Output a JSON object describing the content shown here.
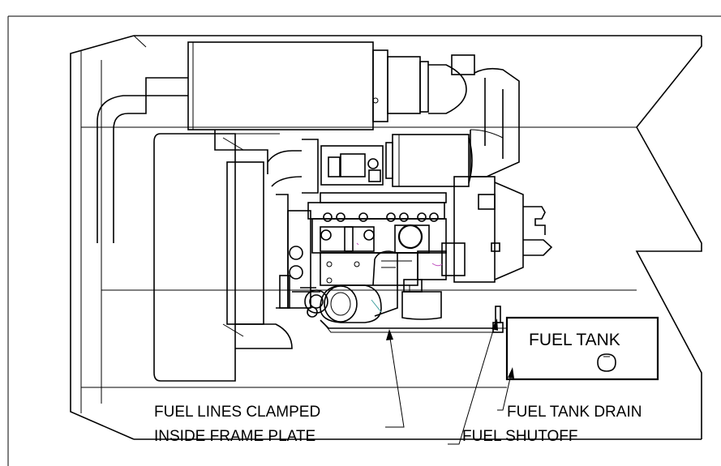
{
  "labels": {
    "fuel_tank": "FUEL TANK",
    "fuel_lines_line1": "FUEL LINES CLAMPED",
    "fuel_lines_line2": "INSIDE FRAME PLATE",
    "fuel_tank_drain": "FUEL TANK DRAIN",
    "fuel_shutoff": "FUEL SHUTOFF"
  },
  "colors": {
    "line": "#000000",
    "background": "#ffffff",
    "accent_wire": "#c050c0",
    "accent_wire2": "#40a0a0"
  }
}
